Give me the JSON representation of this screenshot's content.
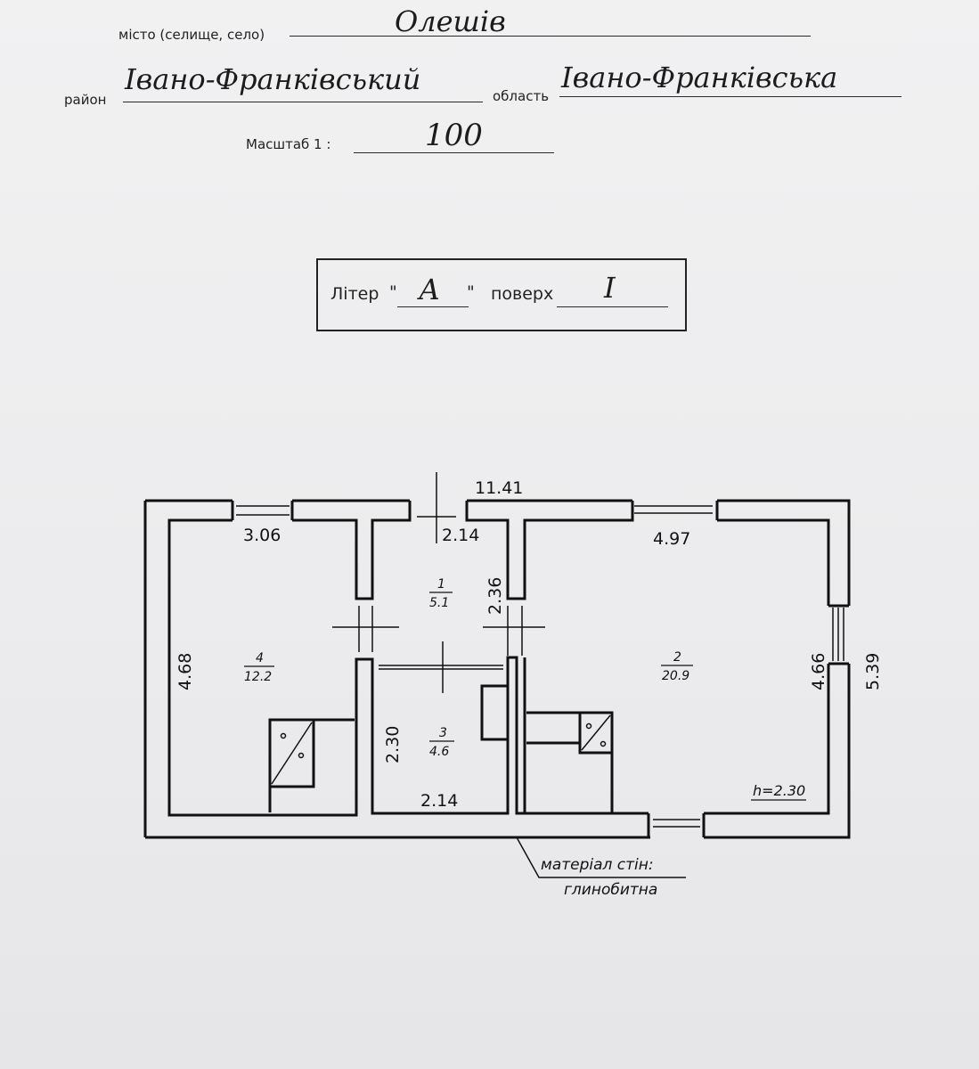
{
  "header": {
    "city_label": "місто (селище, село)",
    "city_value": "Олешів",
    "district_label": "район",
    "district_value": "Івано-Франківський",
    "region_label": "область",
    "region_value": "Івано-Франківська",
    "scale_label": "Масштаб 1 :",
    "scale_value": "100"
  },
  "litera_box": {
    "liter_label": "Літер",
    "quote_open": "\"",
    "liter_value": "А",
    "quote_close": "\"",
    "floor_label": "поверх",
    "floor_value": "І"
  },
  "plan": {
    "dimensions": {
      "total_length": "11.41",
      "room4_width": "3.06",
      "corridor_width": "2.14",
      "room2_width": "4.97",
      "room4_depth": "4.68",
      "corridor_depth": "2.36",
      "pantry_depth": "2.30",
      "pantry_width": "2.14",
      "room2_depth": "4.66",
      "overall_depth": "5.39"
    },
    "rooms": [
      {
        "number": "1",
        "area": "5.1"
      },
      {
        "number": "2",
        "area": "20.9"
      },
      {
        "number": "3",
        "area": "4.6"
      },
      {
        "number": "4",
        "area": "12.2"
      }
    ],
    "ceiling_height": "h=2.30",
    "material_label": "матеріал стін:",
    "material_value": "глинобитна"
  }
}
